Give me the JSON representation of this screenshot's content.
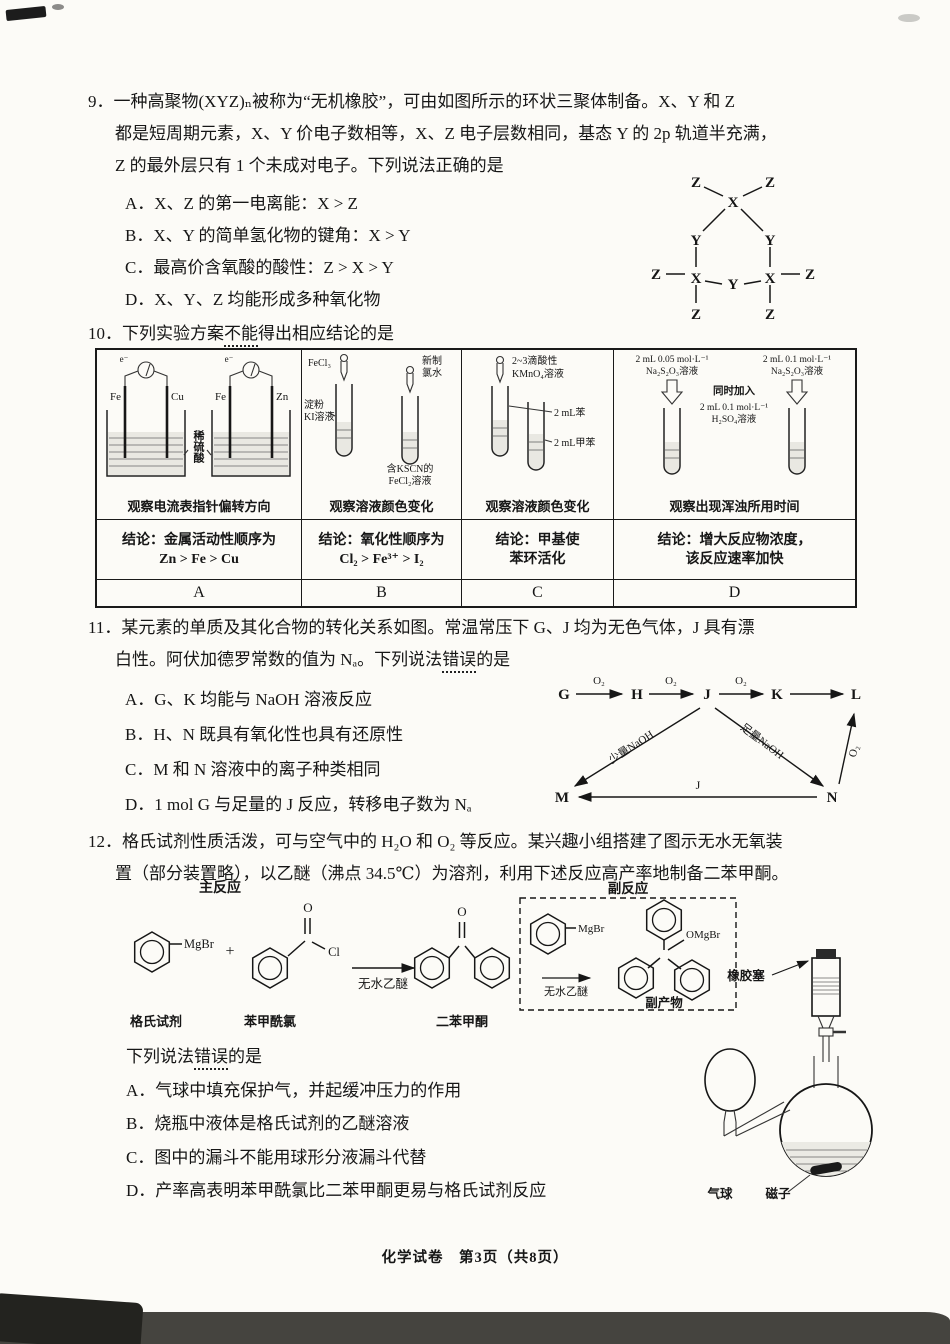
{
  "doc": {
    "footer": "化学试卷　第3页（共8页）"
  },
  "q9": {
    "number": "9．",
    "stem": [
      "一种高聚物(XYZ)ₙ被称为“无机橡胶”，可由如图所示的环状三聚体制备。X、Y 和 Z",
      "都是短周期元素，X、Y 价电子数相等，X、Z 电子层数相同，基态 Y 的 2p 轨道半充满，",
      "Z 的最外层只有 1 个未成对电子。下列说法正确的是"
    ],
    "options": [
      "A．X、Z 的第一电离能：X > Z",
      "B．X、Y 的简单氢化物的键角：X > Y",
      "C．最高价含氧酸的酸性：Z > X > Y",
      "D．X、Y、Z 均能形成多种氧化物"
    ],
    "ring_atoms": {
      "x": "X",
      "y": "Y",
      "z": "Z"
    }
  },
  "q10": {
    "number": "10．",
    "stem_pre": "下列实验方案",
    "stem_emph": "不能",
    "stem_post": "得出相应结论的是",
    "cols": [
      {
        "letter": "A",
        "labels": {
          "e": "e⁻",
          "el1": "Fe",
          "el2": "Cu",
          "el3": "Fe",
          "el4": "Zn",
          "solution": "稀硫酸"
        },
        "observe": "观察电流表指针偏转方向",
        "conclusion1": "结论：金属活动性顺序为",
        "conclusion2": "Zn > Fe > Cu"
      },
      {
        "letter": "B",
        "labels": {
          "top1": "FeCl₃",
          "top2": "新制",
          "top3": "氯水",
          "mid1": "淀粉",
          "mid2": "KI溶液",
          "bot1": "含KSCN的",
          "bot2": "FeCl₂溶液"
        },
        "observe": "观察溶液颜色变化",
        "conclusion1": "结论：氧化性顺序为",
        "conclusion2": "Cl₂ > Fe³⁺ > I₂"
      },
      {
        "letter": "C",
        "labels": {
          "top1": "2~3滴酸性",
          "top2": "KMnO₄溶液",
          "tube1": "2 mL苯",
          "tube2": "2 mL甲苯"
        },
        "observe": "观察溶液颜色变化",
        "conclusion1": "结论：甲基使",
        "conclusion2": "苯环活化"
      },
      {
        "letter": "D",
        "labels": {
          "left1": "2 mL 0.05 mol·L⁻¹",
          "left2": "Na₂S₂O₃溶液",
          "right1": "2 mL 0.1 mol·L⁻¹",
          "right2": "Na₂S₂O₃溶液",
          "mid": "同时加入",
          "acid1": "2 mL 0.1 mol·L⁻¹",
          "acid2": "H₂SO₄溶液"
        },
        "observe": "观察出现浑浊所用时间",
        "conclusion1": "结论：增大反应物浓度，",
        "conclusion2": "该反应速率加快"
      }
    ]
  },
  "q11": {
    "number": "11．",
    "stem1": "某元素的单质及其化合物的转化关系如图。常温常压下 G、J 均为无色气体，J 具有漂",
    "stem2_pre": "白性。阿伏加德罗常数的值为 Nₐ。下列说法",
    "stem2_emph": "错误",
    "stem2_post": "的是",
    "options": [
      "A．G、K 均能与 NaOH 溶液反应",
      "B．H、N 既具有氧化性也具有还原性",
      "C．M 和 N 溶液中的离子种类相同",
      "D．1 mol G 与足量的 J 反应，转移电子数为 Nₐ"
    ],
    "diagram": {
      "g": "G",
      "h": "H",
      "j": "J",
      "k": "K",
      "l": "L",
      "m": "M",
      "n": "N",
      "o2": "O₂",
      "naoh_few": "少量NaOH",
      "naoh_excess": "足量NaOH",
      "j_label": "J"
    }
  },
  "q12": {
    "number": "12．",
    "stem1": "格氏试剂性质活泼，可与空气中的 H₂O 和 O₂ 等反应。某兴趣小组搭建了图示无水无氧装",
    "stem2": "置（部分装置略），以乙醚（沸点 34.5℃）为溶剂，利用下述反应高产率地制备二苯甲酮。",
    "scheme": {
      "main_label": "主反应",
      "side_label": "副反应",
      "mgbr": "MgBr",
      "plus": "+",
      "o": "O",
      "cl": "Cl",
      "ether": "无水乙醚",
      "omgbr": "OMgBr",
      "name_grignard": "格氏试剂",
      "name_chloride": "苯甲酰氯",
      "name_ketone": "二苯甲酮",
      "name_byproduct": "副产物"
    },
    "apparatus": {
      "stopper": "橡胶塞",
      "balloon": "气球",
      "stirbar": "磁子"
    },
    "ask_pre": "下列说法",
    "ask_emph": "错误",
    "ask_post": "的是",
    "options": [
      "A．气球中填充保护气，并起缓冲压力的作用",
      "B．烧瓶中液体是格氏试剂的乙醚溶液",
      "C．图中的漏斗不能用球形分液漏斗代替",
      "D．产率高表明苯甲酰氯比二苯甲酮更易与格氏试剂反应"
    ]
  }
}
